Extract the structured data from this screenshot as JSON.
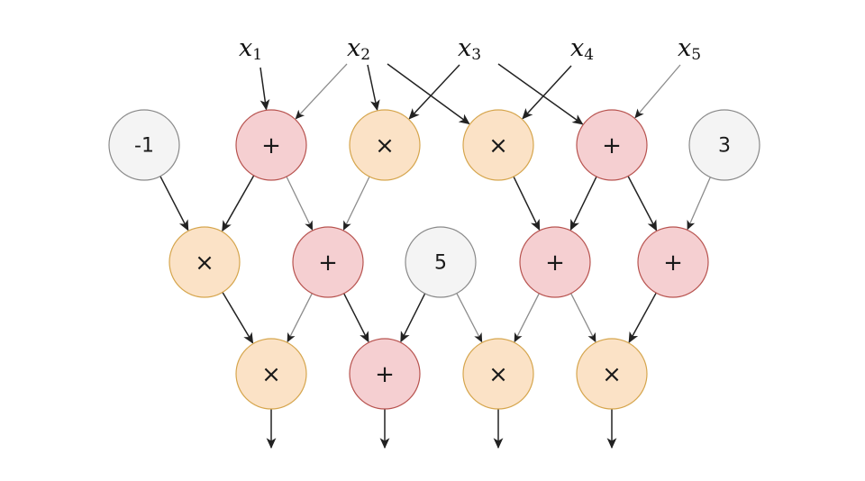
{
  "colors": {
    "add_fill": "#f5cfd1",
    "add_stroke": "#b85450",
    "mul_fill": "#fbe2c6",
    "mul_stroke": "#d6a64e",
    "const_fill": "#f4f4f4",
    "const_stroke": "#8a8a8a",
    "edge": "#222222",
    "edge_light": "#8c8c8c"
  },
  "inputs": [
    {
      "id": "x1",
      "base": "x",
      "sub": "1"
    },
    {
      "id": "x2",
      "base": "x",
      "sub": "2"
    },
    {
      "id": "x3",
      "base": "x",
      "sub": "3"
    },
    {
      "id": "x4",
      "base": "x",
      "sub": "4"
    },
    {
      "id": "x5",
      "base": "x",
      "sub": "5"
    }
  ],
  "nodes": [
    {
      "id": "c_neg1",
      "kind": "const",
      "label": "-1"
    },
    {
      "id": "n1",
      "kind": "add",
      "label": "+"
    },
    {
      "id": "n2",
      "kind": "mul",
      "label": "×"
    },
    {
      "id": "n3",
      "kind": "mul",
      "label": "×"
    },
    {
      "id": "n4",
      "kind": "add",
      "label": "+"
    },
    {
      "id": "c_3",
      "kind": "const",
      "label": "3"
    },
    {
      "id": "m1",
      "kind": "mul",
      "label": "×"
    },
    {
      "id": "m2",
      "kind": "add",
      "label": "+"
    },
    {
      "id": "c_5",
      "kind": "const",
      "label": "5"
    },
    {
      "id": "m3",
      "kind": "add",
      "label": "+"
    },
    {
      "id": "m4",
      "kind": "add",
      "label": "+"
    },
    {
      "id": "o1",
      "kind": "mul",
      "label": "×"
    },
    {
      "id": "o2",
      "kind": "add",
      "label": "+"
    },
    {
      "id": "o3",
      "kind": "mul",
      "label": "×"
    },
    {
      "id": "o4",
      "kind": "mul",
      "label": "×"
    }
  ],
  "edges": [
    {
      "from": "x1",
      "to": "n1",
      "style": "dark"
    },
    {
      "from": "x2",
      "to": "n1",
      "style": "light"
    },
    {
      "from": "x2",
      "to": "n2",
      "style": "dark"
    },
    {
      "from": "x2",
      "to": "n3",
      "style": "dark"
    },
    {
      "from": "x3",
      "to": "n2",
      "style": "dark"
    },
    {
      "from": "x3",
      "to": "n4",
      "style": "dark"
    },
    {
      "from": "x4",
      "to": "n3",
      "style": "dark"
    },
    {
      "from": "x5",
      "to": "n4",
      "style": "light"
    },
    {
      "from": "c_neg1",
      "to": "m1",
      "style": "dark"
    },
    {
      "from": "n1",
      "to": "m1",
      "style": "dark"
    },
    {
      "from": "n1",
      "to": "m2",
      "style": "light"
    },
    {
      "from": "n2",
      "to": "m2",
      "style": "light"
    },
    {
      "from": "n3",
      "to": "m3",
      "style": "dark"
    },
    {
      "from": "n4",
      "to": "m3",
      "style": "dark"
    },
    {
      "from": "n4",
      "to": "m4",
      "style": "dark"
    },
    {
      "from": "c_3",
      "to": "m4",
      "style": "light"
    },
    {
      "from": "m1",
      "to": "o1",
      "style": "dark"
    },
    {
      "from": "m2",
      "to": "o1",
      "style": "light"
    },
    {
      "from": "m2",
      "to": "o2",
      "style": "dark"
    },
    {
      "from": "c_5",
      "to": "o2",
      "style": "dark"
    },
    {
      "from": "c_5",
      "to": "o3",
      "style": "light"
    },
    {
      "from": "m3",
      "to": "o3",
      "style": "light"
    },
    {
      "from": "m3",
      "to": "o4",
      "style": "light"
    },
    {
      "from": "m4",
      "to": "o4",
      "style": "dark"
    },
    {
      "from": "o1",
      "to": "out1",
      "style": "dark"
    },
    {
      "from": "o2",
      "to": "out2",
      "style": "dark"
    },
    {
      "from": "o3",
      "to": "out3",
      "style": "dark"
    },
    {
      "from": "o4",
      "to": "out4",
      "style": "dark"
    }
  ]
}
